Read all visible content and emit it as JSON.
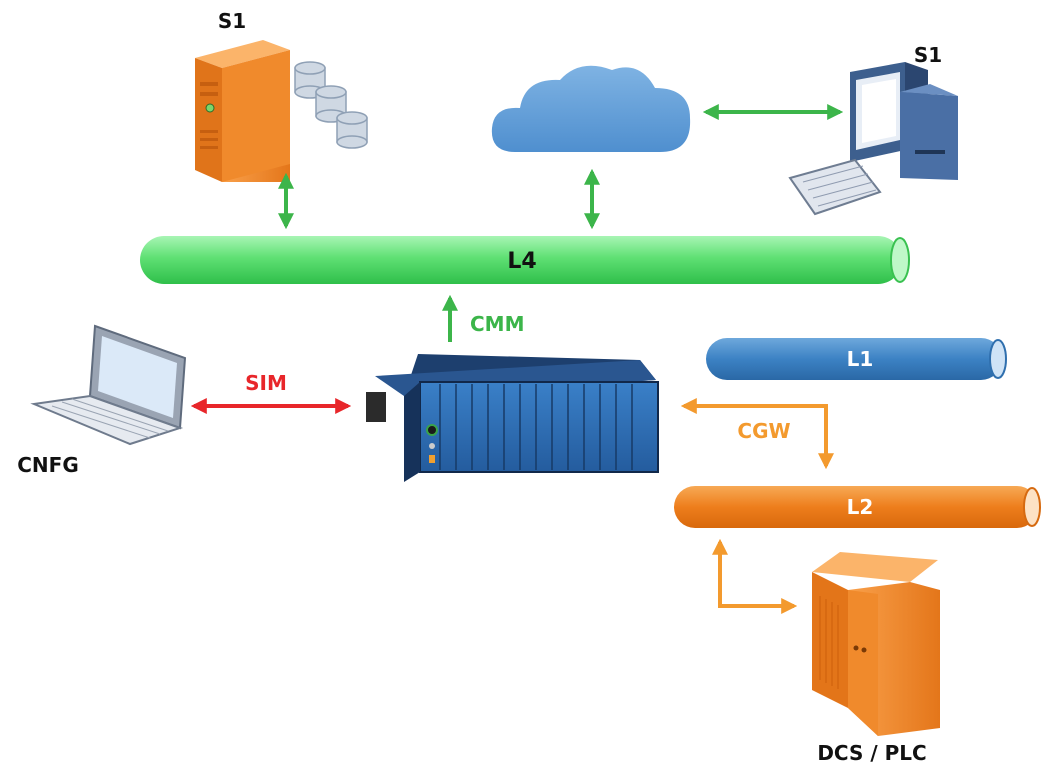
{
  "labels": {
    "server_top": "S1",
    "workstation": "S1",
    "bus_l4": "L4",
    "cmm": "CMM",
    "bus_l1": "L1",
    "sim": "SIM",
    "cnfg": "CNFG",
    "cgw": "CGW",
    "bus_l2": "L2",
    "dcs_plc": "DCS / PLC"
  },
  "colors": {
    "green": "#3cb54a",
    "green_bus": "#66e87a",
    "red": "#e8262a",
    "orange": "#f39a2e",
    "orange_bus": "#ef7f1a",
    "blue_bus": "#3d85c6",
    "cloud": "#5b9bd5",
    "rack": "#2e6eb5"
  },
  "icons": [
    "database-server-icon",
    "cloud-icon",
    "desktop-computer-icon",
    "laptop-icon",
    "controller-rack-icon",
    "cabinet-icon"
  ]
}
